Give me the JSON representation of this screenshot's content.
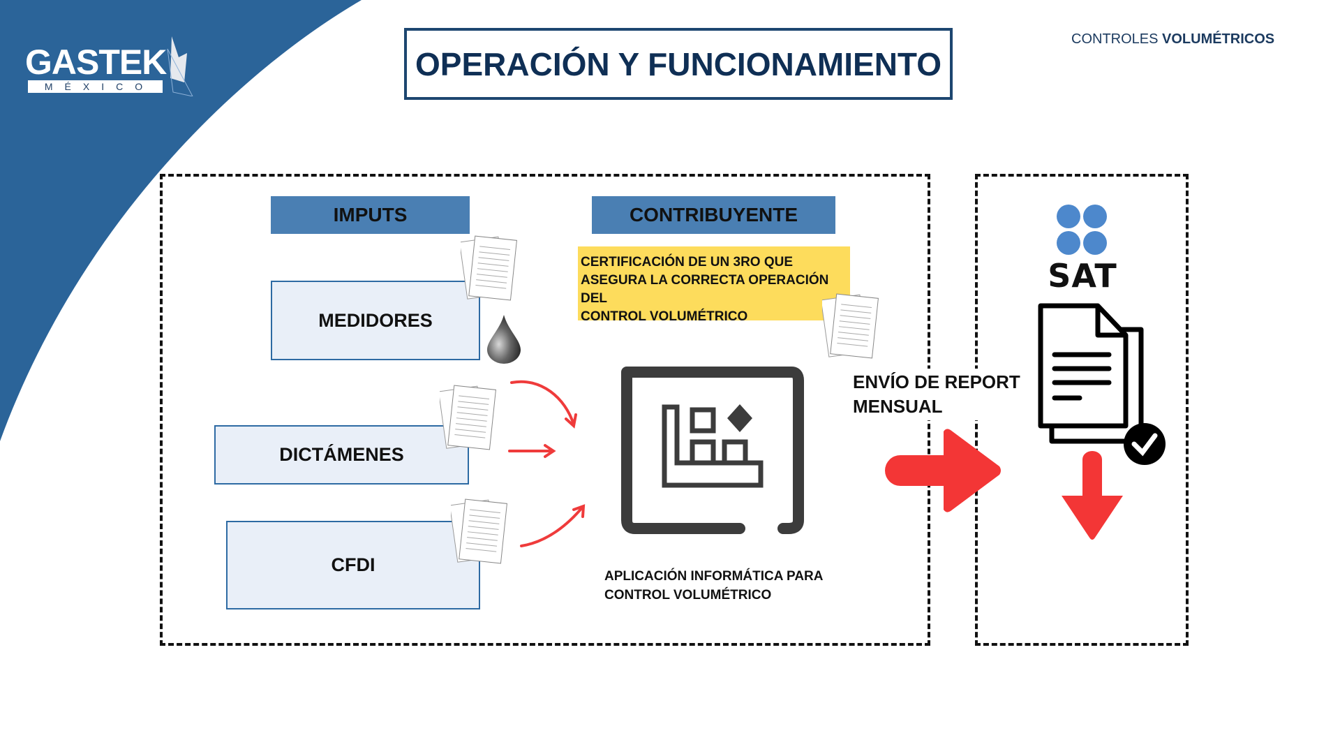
{
  "brand": {
    "name": "GASTEK",
    "sub": "MÉXICO"
  },
  "title": "OPERACIÓN Y FUNCIONAMIENTO",
  "top_right": {
    "prefix": "CONTROLES",
    "bold": "VOLUMÉTRICOS"
  },
  "headers": {
    "inputs": "IMPUTS",
    "contribuyente": "CONTRIBUYENTE"
  },
  "inputs": [
    "MEDIDORES",
    "DICTÁMENES",
    "CFDI"
  ],
  "certification": [
    "CERTIFICACIÓN DE UN 3RO QUE",
    "ASEGURA LA CORRECTA OPERACIÓN DEL",
    "CONTROL VOLUMÉTRICO"
  ],
  "app_caption": [
    "APLICACIÓN INFORMÁTICA PARA",
    "CONTROL VOLUMÉTRICO"
  ],
  "envio": [
    "ENVÍO DE REPORT",
    "MENSUAL"
  ],
  "sat": {
    "label": "SAT"
  },
  "colors": {
    "brand_blue": "#2b6499",
    "header_blue": "#4a7fb3",
    "yellow": "#fddc5c",
    "red": "#f33636"
  }
}
